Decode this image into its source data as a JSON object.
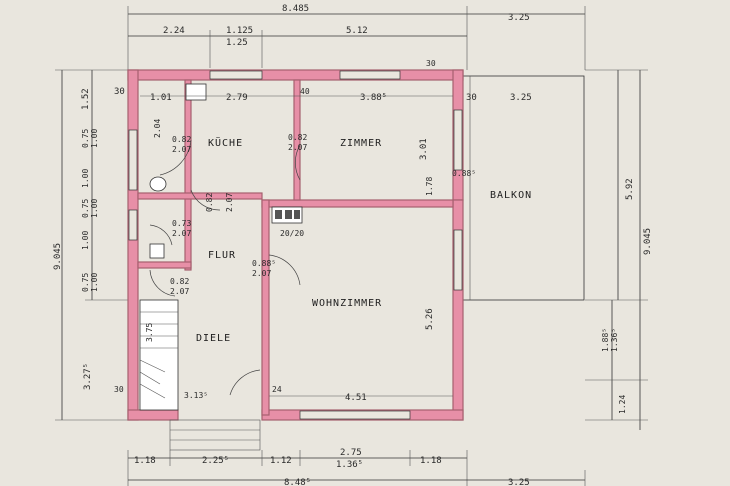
{
  "rooms": {
    "kueche": "KÜCHE",
    "zimmer": "ZIMMER",
    "balkon": "BALKON",
    "flur": "FLUR",
    "wohnzimmer": "WOHNZIMMER",
    "diele": "DIELE"
  },
  "dims": {
    "top_total": "8.485",
    "top_balkon": "3.25",
    "top_a": "2.24",
    "top_b_num": "1.125",
    "top_b_den": "1.25",
    "top_c": "5.12",
    "inner_279": "2.79",
    "inner_388": "3.88⁵",
    "inner_101": "1.01",
    "wall_30_a": "30",
    "wall_40": "40",
    "wall_30_b": "30",
    "wall_30_c": "30",
    "balkon_325": "3.25",
    "door_kueche": "0.82",
    "door_kueche_h": "2.07",
    "door_zimmer": "0.82",
    "door_zimmer_h": "2.07",
    "door_flur_a": "0.82",
    "door_flur_a_h": "2.07",
    "door_bad": "0.73",
    "door_bad_h": "2.07",
    "door_flur_b": "0.82",
    "door_flur_b_h": "2.07",
    "door_wohn": "0.88⁵",
    "door_wohn_h": "2.07",
    "door_balkon": "0.88⁵",
    "wall_178": "1.78",
    "right_301": "3.01",
    "right_526": "5.26",
    "chimney": "20/20",
    "left_152": "1.52",
    "left_075": "0.75",
    "left_100a": "1.00",
    "left_100b": "1.00",
    "left_075b": "0.75",
    "left_100c": "1.00",
    "left_100d": "1.00",
    "left_075c": "0.75",
    "left_100e": "1.00",
    "left_9045": "9.045",
    "left_3275": "3.27⁵",
    "left_204": "2.04",
    "left_375": "3.75",
    "far_right_592": "5.92",
    "far_right_9045": "9.045",
    "far_right_1885": "1.88⁵",
    "far_right_1365": "1.36⁵",
    "far_right_124": "1.24",
    "bottom_451": "4.51",
    "bottom_24": "24",
    "bottom_30": "30",
    "bottom_313": "3.13⁵",
    "bottom_118a": "1.18",
    "bottom_2255": "2.25⁵",
    "bottom_112": "1.12",
    "bottom_275": "2.75",
    "bottom_1365": "1.36⁵",
    "bottom_118b": "1.18",
    "bottom_total": "8.48⁵",
    "bottom_balkon": "3.25"
  },
  "colors": {
    "wall": "#e78fa7",
    "paper": "#e9e6de"
  }
}
